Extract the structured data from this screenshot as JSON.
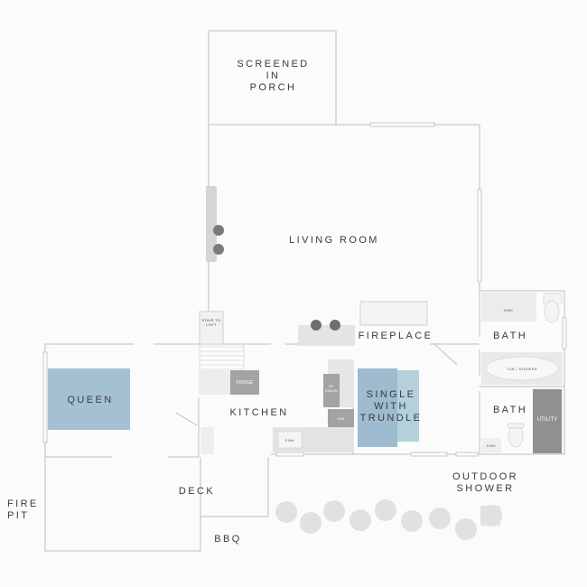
{
  "rooms": {
    "screened_porch": "SCREENED\nIN\nPORCH",
    "living_room": "LIVING ROOM",
    "fireplace": "FIREPLACE",
    "kitchen": "KITCHEN",
    "queen": "QUEEN",
    "single_with_trundle": "SINGLE\nWITH\nTRUNDLE",
    "bath_upper": "BATH",
    "bath_lower": "BATH",
    "outdoor_shower": "OUTDOOR\nSHOWER",
    "deck": "DECK",
    "fire_pit": "FIRE\nPIT",
    "bbq": "BBQ"
  },
  "fixtures": {
    "stair_to_loft": "STAIR\nTO\nLOFT",
    "fridge": "FRIDGE",
    "range": "30\"\nRANGE",
    "dishwasher": "D/W",
    "sink_kitchen": "SINK",
    "sink_bath": "SINK",
    "tub_shower": "TUB / SHOWER",
    "sink_small": "SINK",
    "utility": "UTILITY"
  },
  "colors": {
    "wall": "#c9c9c9",
    "fixture_light": "#e6e6e6",
    "fixture_mid": "#a3a3a3",
    "fixture_dark": "#909090",
    "bed_queen": "#a5c0d1",
    "bed_single": "#9ebbd0",
    "bed_trundle": "#b4d0db"
  }
}
